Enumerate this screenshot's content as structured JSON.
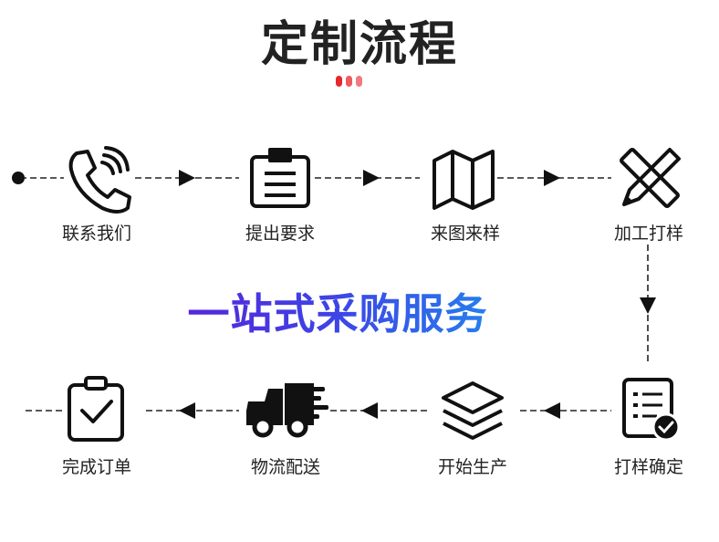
{
  "title": "定制流程",
  "accent_colors": [
    "#e8262d",
    "#f07a7f",
    "#f2a6a9"
  ],
  "slogan": "一站式采购服务",
  "slogan_gradient": [
    "#5b1fd6",
    "#1f8ef0"
  ],
  "steps": [
    {
      "label": "联系我们",
      "icon": "phone-icon"
    },
    {
      "label": "提出要求",
      "icon": "clipboard-icon"
    },
    {
      "label": "来图来样",
      "icon": "map-icon"
    },
    {
      "label": "加工打样",
      "icon": "pencil-ruler-icon"
    },
    {
      "label": "打样确定",
      "icon": "checklist-icon"
    },
    {
      "label": "开始生产",
      "icon": "layers-icon"
    },
    {
      "label": "物流配送",
      "icon": "truck-icon"
    },
    {
      "label": "完成订单",
      "icon": "clipboard-check-icon"
    }
  ]
}
